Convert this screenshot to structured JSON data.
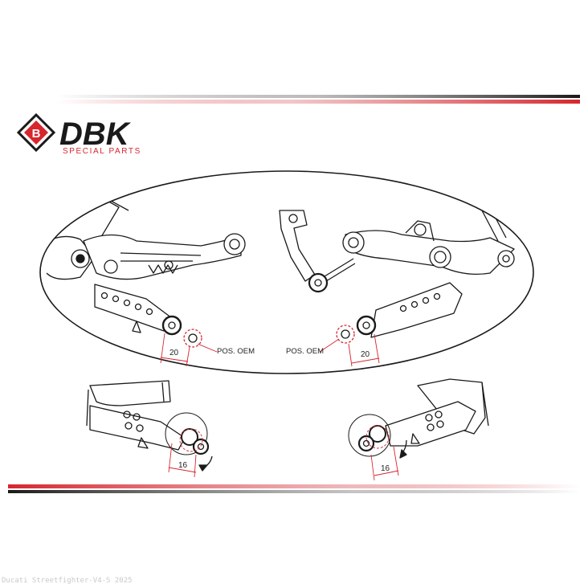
{
  "brand": {
    "name": "DBK",
    "tagline": "SPECIAL PARTS",
    "logo_letter": "B",
    "red": "#d7262e",
    "dark": "#1a1a1a"
  },
  "diagram": {
    "upper_left": {
      "dimension": "20",
      "label": "POS. OEM"
    },
    "upper_right": {
      "dimension": "20",
      "label": "POS. OEM"
    },
    "lower_left": {
      "dimension": "16"
    },
    "lower_right": {
      "dimension": "16"
    }
  },
  "watermark": "Ducati Streetfighter-V4-S 2025"
}
